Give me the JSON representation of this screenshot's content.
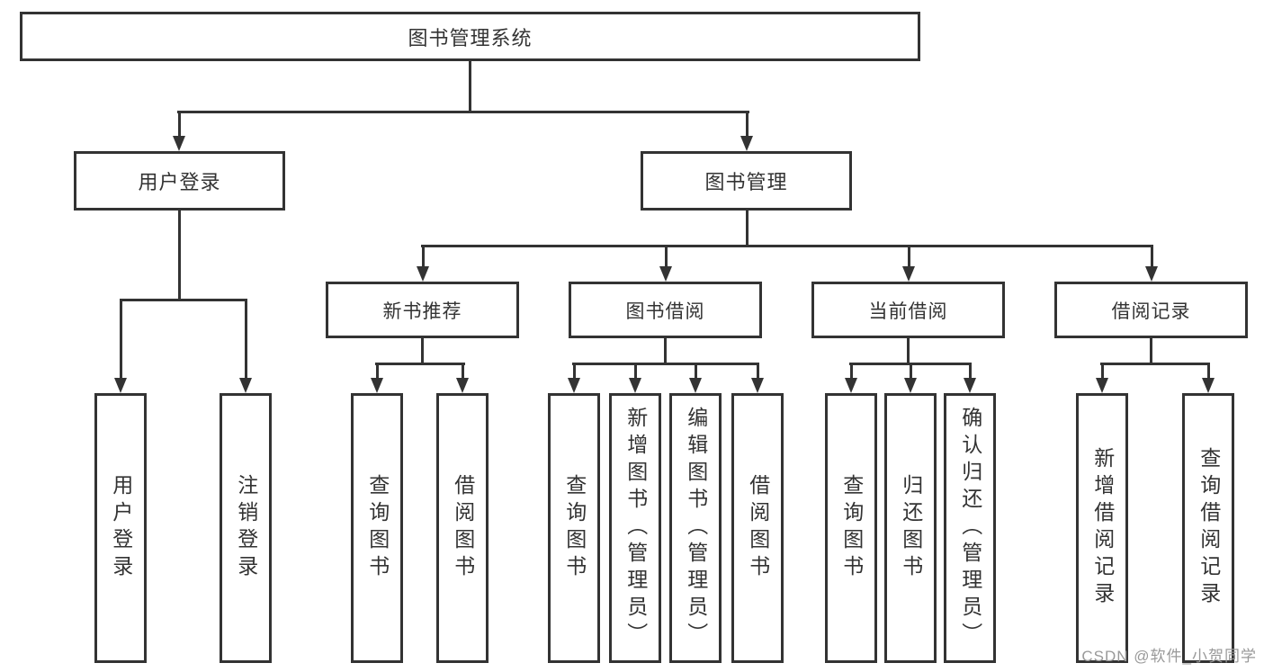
{
  "diagram": {
    "root": "图书管理系统",
    "level2": [
      "用户登录",
      "图书管理"
    ],
    "level3": [
      "新书推荐",
      "图书借阅",
      "当前借阅",
      "借阅记录"
    ],
    "leaves": {
      "user_login": [
        "用户登录",
        "注销登录"
      ],
      "new_book_recommend": [
        "查询图书",
        "借阅图书"
      ],
      "book_borrow": [
        "查询图书",
        "新增图书（管理员）",
        "编辑图书（管理员）",
        "借阅图书"
      ],
      "current_borrow": [
        "查询图书",
        "归还图书",
        "确认归还（管理员）"
      ],
      "borrow_record": [
        "新增借阅记录",
        "查询借阅记录"
      ]
    }
  },
  "watermark": "CSDN @软件_小贺同学",
  "colors": {
    "line": "#333333",
    "border": "#333333",
    "text": "#333333",
    "watermark": "#999999",
    "background": "#ffffff"
  }
}
